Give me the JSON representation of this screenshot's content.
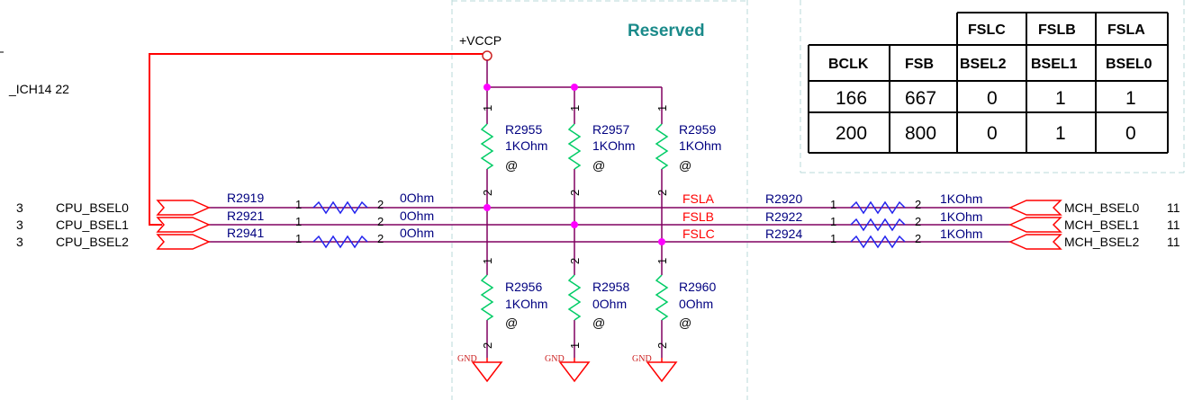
{
  "left_net_labels": [
    {
      "page": "3",
      "name": "CPU_BSEL0"
    },
    {
      "page": "3",
      "name": "CPU_BSEL1"
    },
    {
      "page": "3",
      "name": "CPU_BSEL2"
    }
  ],
  "top_left_label": "_ICH14  22",
  "right_net_labels": [
    {
      "name": "MCH_BSEL0",
      "page": "11"
    },
    {
      "name": "MCH_BSEL1",
      "page": "11"
    },
    {
      "name": "MCH_BSEL2",
      "page": "11"
    }
  ],
  "series_resistors_left": [
    {
      "ref": "R2919",
      "value": "0Ohm",
      "pin1": "1",
      "pin2": "2"
    },
    {
      "ref": "R2921",
      "value": "0Ohm",
      "pin1": "1",
      "pin2": "2"
    },
    {
      "ref": "R2941",
      "value": "0Ohm",
      "pin1": "1",
      "pin2": "2"
    }
  ],
  "series_resistors_right": [
    {
      "ref": "R2920",
      "value": "1KOhm",
      "pin1": "1",
      "pin2": "2"
    },
    {
      "ref": "R2922",
      "value": "1KOhm",
      "pin1": "1",
      "pin2": "2"
    },
    {
      "ref": "R2924",
      "value": "1KOhm",
      "pin1": "1",
      "pin2": "2"
    }
  ],
  "net_names": [
    "FSLA",
    "FSLB",
    "FSLC"
  ],
  "power_label": "+VCCP",
  "reserved_label": "Reserved",
  "pullup_resistors": [
    {
      "ref": "R2955",
      "value": "1KOhm",
      "mark": "@",
      "pin_top": "1",
      "pin_bottom": "2"
    },
    {
      "ref": "R2957",
      "value": "1KOhm",
      "mark": "@",
      "pin_top": "1",
      "pin_bottom": "2"
    },
    {
      "ref": "R2959",
      "value": "1KOhm",
      "mark": "@",
      "pin_top": "1",
      "pin_bottom": "2"
    }
  ],
  "pulldown_resistors": [
    {
      "ref": "R2956",
      "value": "1KOhm",
      "mark": "@",
      "pin_top": "1",
      "pin_bottom": "2"
    },
    {
      "ref": "R2958",
      "value": "0Ohm",
      "mark": "@",
      "pin_top": "2",
      "pin_bottom": "1"
    },
    {
      "ref": "R2960",
      "value": "0Ohm",
      "mark": "@",
      "pin_top": "1",
      "pin_bottom": "2"
    }
  ],
  "ground_label": "GND",
  "fsb_table": {
    "top_headers": [
      "FSLC",
      "FSLB",
      "FSLA"
    ],
    "sub_headers": [
      "BCLK",
      "FSB",
      "BSEL2",
      "BSEL1",
      "BSEL0"
    ],
    "rows": [
      [
        "166",
        "667",
        "0",
        "1",
        "1"
      ],
      [
        "200",
        "800",
        "0",
        "1",
        "0"
      ]
    ]
  },
  "colors": {
    "wire": "#800060",
    "red_wire": "#ff0000",
    "resistor": "#00cc66",
    "junction": "#ff00ff",
    "series_resistor": "#2222ee",
    "reserved_text": "#1a8a8a",
    "dashed_border": "#b8d8d8"
  }
}
